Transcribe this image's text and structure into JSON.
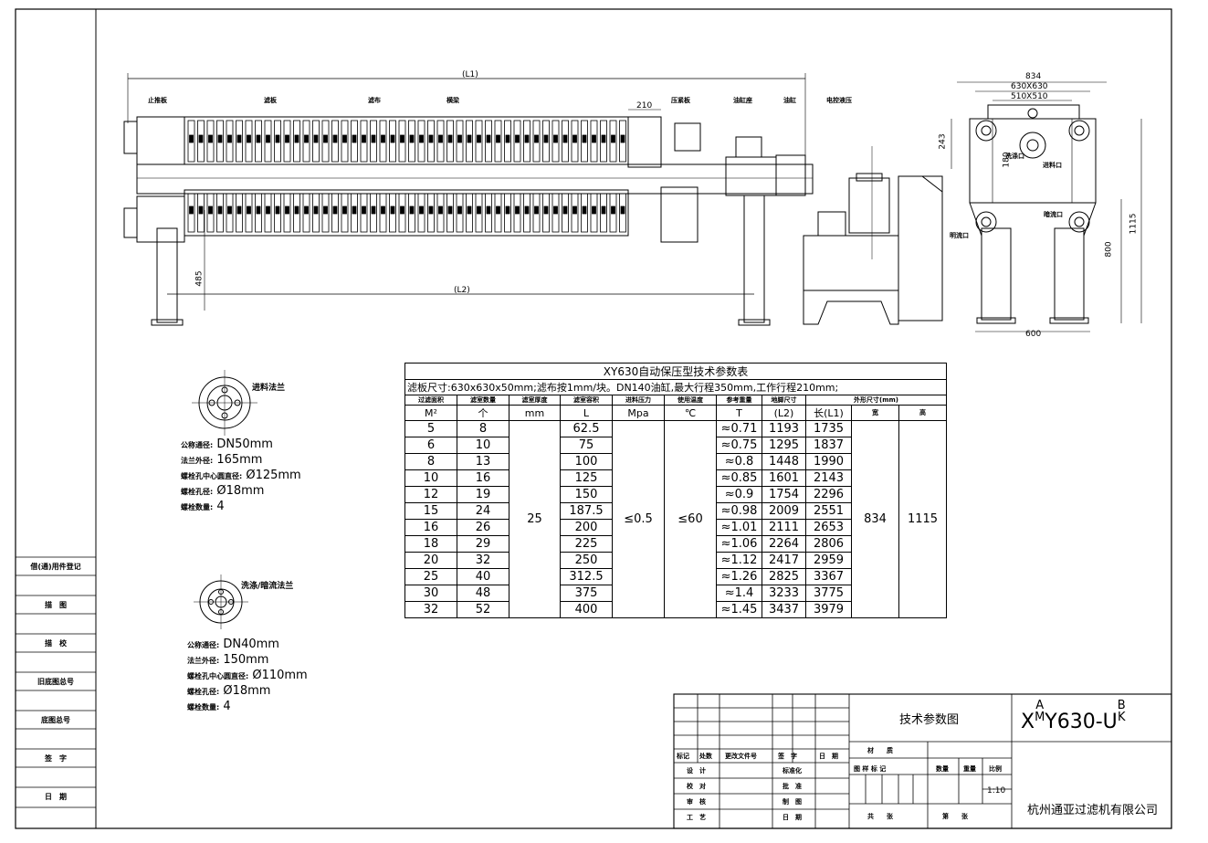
{
  "labels": {
    "upper_plate": "止推板",
    "filter_plate": "滤板",
    "filter_cloth": "滤布",
    "beam": "横梁",
    "press_plate": "压紧板",
    "cyl_seat": "油缸座",
    "cylinder": "油缸",
    "hydraulic": "电控液压",
    "wash_port": "洗涤口",
    "feed_port": "进料口",
    "dark_flow": "暗流口",
    "open_flow": "明流口"
  },
  "dims": {
    "l1": "(L1)",
    "l2": "(L2)",
    "d210": "210",
    "d485": "485",
    "d834": "834",
    "d630": "630X630",
    "d510": "510X510",
    "d243": "243",
    "d180": "180",
    "d1115": "1115",
    "d800": "800",
    "d600": "600"
  },
  "feed_flange": {
    "title": "进料法兰",
    "lines": [
      {
        "k": "公称通径:",
        "v": "DN50mm"
      },
      {
        "k": "法兰外径:",
        "v": "165mm"
      },
      {
        "k": "螺栓孔中心圆直径:",
        "v": "Ø125mm"
      },
      {
        "k": "螺栓孔径:",
        "v": "Ø18mm"
      },
      {
        "k": "螺栓数量:",
        "v": "4"
      }
    ]
  },
  "wash_flange": {
    "title": "洗涤/暗流法兰",
    "lines": [
      {
        "k": "公称通径:",
        "v": "DN40mm"
      },
      {
        "k": "法兰外径:",
        "v": "150mm"
      },
      {
        "k": "螺栓孔中心圆直径:",
        "v": "Ø110mm"
      },
      {
        "k": "螺栓孔径:",
        "v": "Ø18mm"
      },
      {
        "k": "螺栓数量:",
        "v": "4"
      }
    ]
  },
  "table": {
    "title": "XY630自动保压型技术参数表",
    "note": "滤板尺寸:630x630x50mm;滤布按1mm/块。DN140油缸,最大行程350mm,工作行程210mm;",
    "headers": [
      "过滤面积",
      "滤室数量",
      "滤室厚度",
      "滤室容积",
      "进料压力",
      "使用温度",
      "参考重量",
      "地脚尺寸",
      "外形尺寸(mm)"
    ],
    "units": [
      "M²",
      "个",
      "mm",
      "L",
      "Mpa",
      "℃",
      "T",
      "(L2)",
      "长(L1)",
      "宽",
      "高"
    ],
    "rows": [
      [
        "5",
        "8",
        "62.5",
        "≈0.71",
        "1193",
        "1735"
      ],
      [
        "6",
        "10",
        "75",
        "≈0.75",
        "1295",
        "1837"
      ],
      [
        "8",
        "13",
        "100",
        "≈0.8",
        "1448",
        "1990"
      ],
      [
        "10",
        "16",
        "125",
        "≈0.85",
        "1601",
        "2143"
      ],
      [
        "12",
        "19",
        "150",
        "≈0.9",
        "1754",
        "2296"
      ],
      [
        "15",
        "24",
        "187.5",
        "≈0.98",
        "2009",
        "2551"
      ],
      [
        "16",
        "26",
        "200",
        "≈1.01",
        "2111",
        "2653"
      ],
      [
        "18",
        "29",
        "225",
        "≈1.06",
        "2264",
        "2806"
      ],
      [
        "20",
        "32",
        "250",
        "≈1.12",
        "2417",
        "2959"
      ],
      [
        "25",
        "40",
        "312.5",
        "≈1.26",
        "2825",
        "3367"
      ],
      [
        "30",
        "48",
        "375",
        "≈1.4",
        "3233",
        "3775"
      ],
      [
        "32",
        "52",
        "400",
        "≈1.45",
        "3437",
        "3979"
      ]
    ],
    "merged": {
      "thickness": "25",
      "pressure": "≤0.5",
      "temp": "≤60",
      "width": "834",
      "height": "1115"
    }
  },
  "sidebar": [
    "借(通)用件登记",
    "描　图",
    "描　校",
    "旧底图总号",
    "底图总号",
    "签　字",
    "日　期"
  ],
  "title_block": {
    "drawing_name": "技术参数图",
    "code_x": "X",
    "code_a": "A",
    "code_m": "M",
    "code_mid": "Y630-U",
    "code_b": "B",
    "code_k": "K",
    "company": "杭州通亚过滤机有限公司",
    "scale": "1:10",
    "rev_headers": [
      "标记",
      "处数",
      "更改文件号",
      "签　字",
      "日　期"
    ],
    "left_rows": [
      [
        "设　计",
        "标准化"
      ],
      [
        "校　对",
        "批　准"
      ],
      [
        "审　核",
        "制　图"
      ],
      [
        "工　艺",
        "日　期"
      ]
    ],
    "material": "材　　质",
    "stage": "图 样 标 记",
    "qty": "数量",
    "weight": "重量",
    "scale_lbl": "比例",
    "total": "共　　张",
    "sheet": "第　　张"
  }
}
